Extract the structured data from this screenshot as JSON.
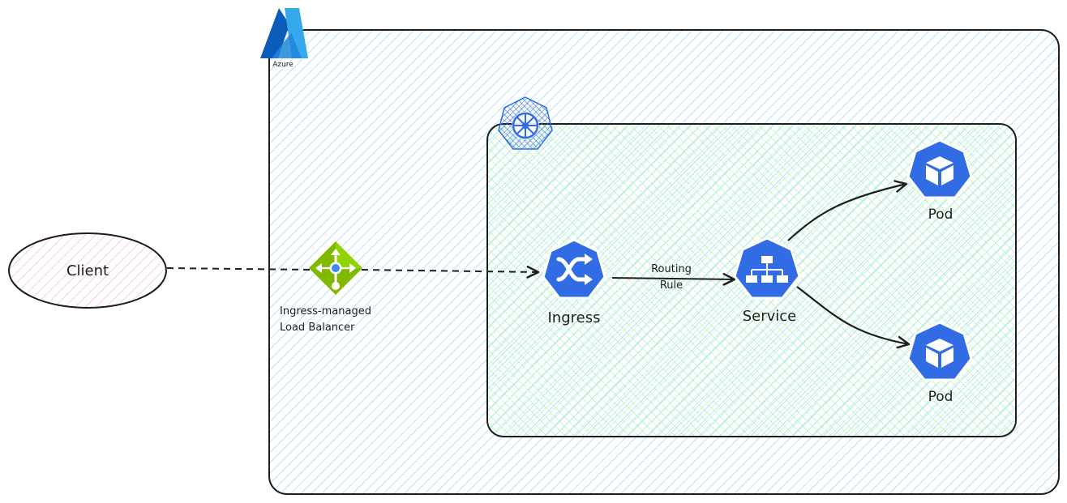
{
  "cloud": {
    "logo_text": "Azure",
    "logo_icon": "azure-logo-icon",
    "fill_color": "#a5d8ff",
    "stroke_color": "#1e1e1e"
  },
  "cluster": {
    "logo_icon": "kubernetes-logo-icon",
    "fill_color": "#b2f2bb",
    "stroke_color": "#1e1e1e"
  },
  "nodes": {
    "client": {
      "label": "Client",
      "fill_color": "#ffc9c9"
    },
    "load_balancer": {
      "label_line1": "Ingress-managed",
      "label_line2": "Load Balancer",
      "icon": "load-balancer-icon",
      "color": "#7fba00"
    },
    "ingress": {
      "label": "Ingress",
      "icon": "ingress-icon",
      "color": "#326ce5"
    },
    "service": {
      "label": "Service",
      "icon": "service-icon",
      "color": "#326ce5"
    },
    "pod_top": {
      "label": "Pod",
      "icon": "pod-icon",
      "color": "#326ce5"
    },
    "pod_bottom": {
      "label": "Pod",
      "icon": "pod-icon",
      "color": "#326ce5"
    }
  },
  "edges": {
    "routing_rule": {
      "label_line1": "Routing",
      "label_line2": "Rule"
    }
  }
}
